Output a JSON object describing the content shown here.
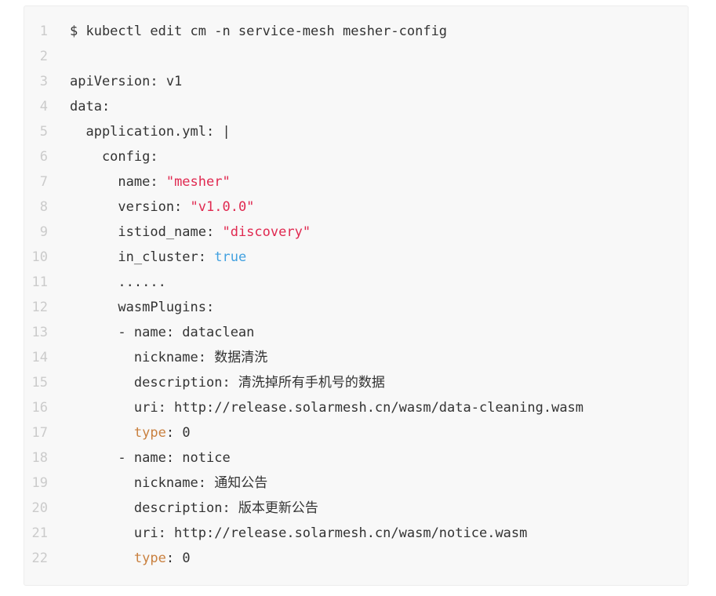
{
  "code_block": {
    "language_hint": "yaml",
    "colors": {
      "page_background": "#ffffff",
      "background": "#f8f8f8",
      "border": "#ededed",
      "default": "#333333",
      "line_number": "#cbcbcb",
      "string": "#e02950",
      "literal": "#42a1e0",
      "keyword": "#c9803f"
    },
    "lines": [
      {
        "num": "1",
        "segments": [
          {
            "text": "$ kubectl edit cm -n service-mesh mesher-config"
          }
        ]
      },
      {
        "num": "2",
        "segments": []
      },
      {
        "num": "3",
        "segments": [
          {
            "text": "apiVersion: v1"
          }
        ]
      },
      {
        "num": "4",
        "segments": [
          {
            "text": "data:"
          }
        ]
      },
      {
        "num": "5",
        "segments": [
          {
            "text": "  application.yml: |"
          }
        ]
      },
      {
        "num": "6",
        "segments": [
          {
            "text": "    config:"
          }
        ]
      },
      {
        "num": "7",
        "segments": [
          {
            "text": "      name: "
          },
          {
            "text": "\"mesher\"",
            "color": "string"
          }
        ]
      },
      {
        "num": "8",
        "segments": [
          {
            "text": "      version: "
          },
          {
            "text": "\"v1.0.0\"",
            "color": "string"
          }
        ]
      },
      {
        "num": "9",
        "segments": [
          {
            "text": "      istiod_name: "
          },
          {
            "text": "\"discovery\"",
            "color": "string"
          }
        ]
      },
      {
        "num": "10",
        "segments": [
          {
            "text": "      in_cluster: "
          },
          {
            "text": "true",
            "color": "literal"
          }
        ]
      },
      {
        "num": "11",
        "segments": [
          {
            "text": "      ......"
          }
        ]
      },
      {
        "num": "12",
        "segments": [
          {
            "text": "      wasmPlugins:"
          }
        ]
      },
      {
        "num": "13",
        "segments": [
          {
            "text": "      - name: dataclean"
          }
        ]
      },
      {
        "num": "14",
        "segments": [
          {
            "text": "        nickname: 数据清洗"
          }
        ]
      },
      {
        "num": "15",
        "segments": [
          {
            "text": "        description: 清洗掉所有手机号的数据"
          }
        ]
      },
      {
        "num": "16",
        "segments": [
          {
            "text": "        uri: http://release.solarmesh.cn/wasm/data-cleaning.wasm"
          }
        ]
      },
      {
        "num": "17",
        "segments": [
          {
            "text": "        "
          },
          {
            "text": "type",
            "color": "keyword"
          },
          {
            "text": ": 0"
          }
        ]
      },
      {
        "num": "18",
        "segments": [
          {
            "text": "      - name: notice"
          }
        ]
      },
      {
        "num": "19",
        "segments": [
          {
            "text": "        nickname: 通知公告"
          }
        ]
      },
      {
        "num": "20",
        "segments": [
          {
            "text": "        description: 版本更新公告"
          }
        ]
      },
      {
        "num": "21",
        "segments": [
          {
            "text": "        uri: http://release.solarmesh.cn/wasm/notice.wasm"
          }
        ]
      },
      {
        "num": "22",
        "segments": [
          {
            "text": "        "
          },
          {
            "text": "type",
            "color": "keyword"
          },
          {
            "text": ": 0"
          }
        ]
      }
    ]
  }
}
